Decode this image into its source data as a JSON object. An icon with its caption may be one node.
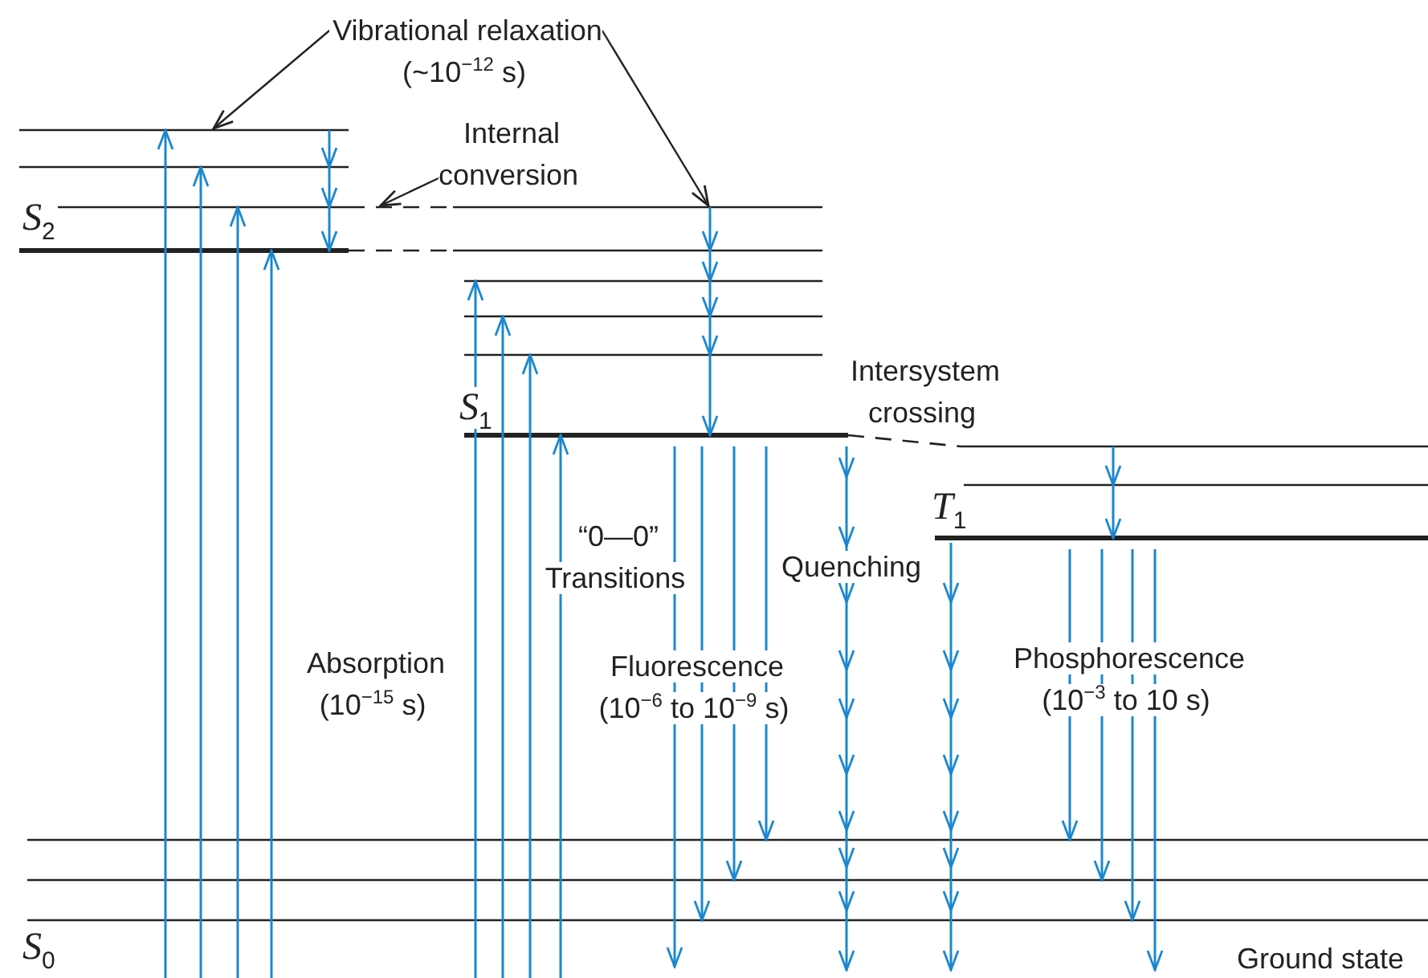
{
  "diagram": {
    "nodes": [
      {
        "text": [
          "Vibrational relaxation (~10$^{−12}$ s)"
        ]
      },
      {
        "text": [
          "Internal conversion"
        ]
      },
      {
        "text": [
          "Intersystem crossing"
        ]
      },
      {
        "text": [
          "“0—0” Transitions"
        ]
      },
      {
        "text": [
          "Quenching"
        ]
      },
      {
        "text": [
          "Absorption (10$^{−15}$ s)"
        ]
      },
      {
        "text": [
          "Fluorescence (10$^{−6}$ to 10$^{−9}$ s)"
        ]
      },
      {
        "text": [
          "Phosphorescence (10$^{−3}$ to 10 s)"
        ]
      }
    ],
    "edges": [
      {
        "from": 0,
        "to": null,
        "arrow": "to"
      },
      {
        "from": 0,
        "to": null,
        "arrow": "to"
      },
      {
        "from": 1,
        "to": null,
        "arrow": "to"
      }
    ],
    "labels": [
      "*S*$_{2}$",
      "*S*$_{1}$",
      "*T*$_{1}$",
      "*S*$_{0}$",
      "Ground state"
    ]
  }
}
